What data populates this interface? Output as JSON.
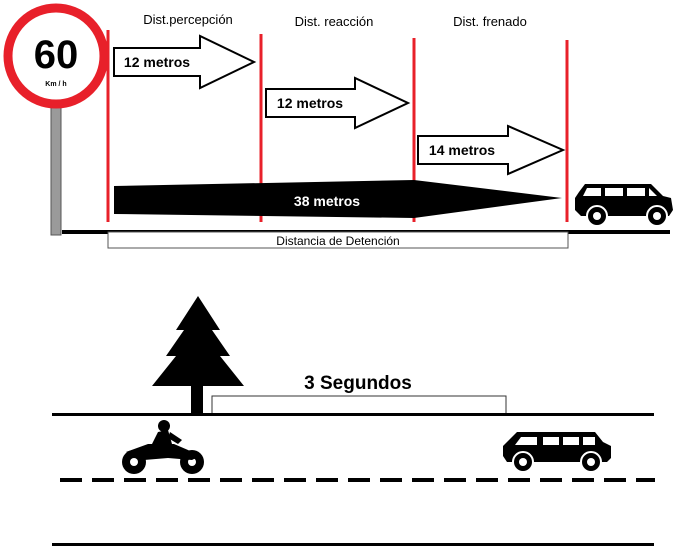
{
  "sign": {
    "speed": "60",
    "unit": "Km / h"
  },
  "headers": {
    "perception": "Dist.percepción",
    "reaction": "Dist. reacción",
    "braking": "Dist. frenado"
  },
  "arrows": {
    "perception": "12 metros",
    "reaction": "12 metros",
    "braking": "14 metros",
    "total": "38 metros"
  },
  "stopping_distance_label": "Distancia de Detención",
  "time_gap_label": "3 Segundos",
  "icons": [
    "speed-sign-icon",
    "car-icon",
    "tree-icon",
    "motorcycle-icon"
  ],
  "colors": {
    "sign_ring": "#e8202a",
    "marker_lines": "#e8202a",
    "ink": "#000000"
  }
}
